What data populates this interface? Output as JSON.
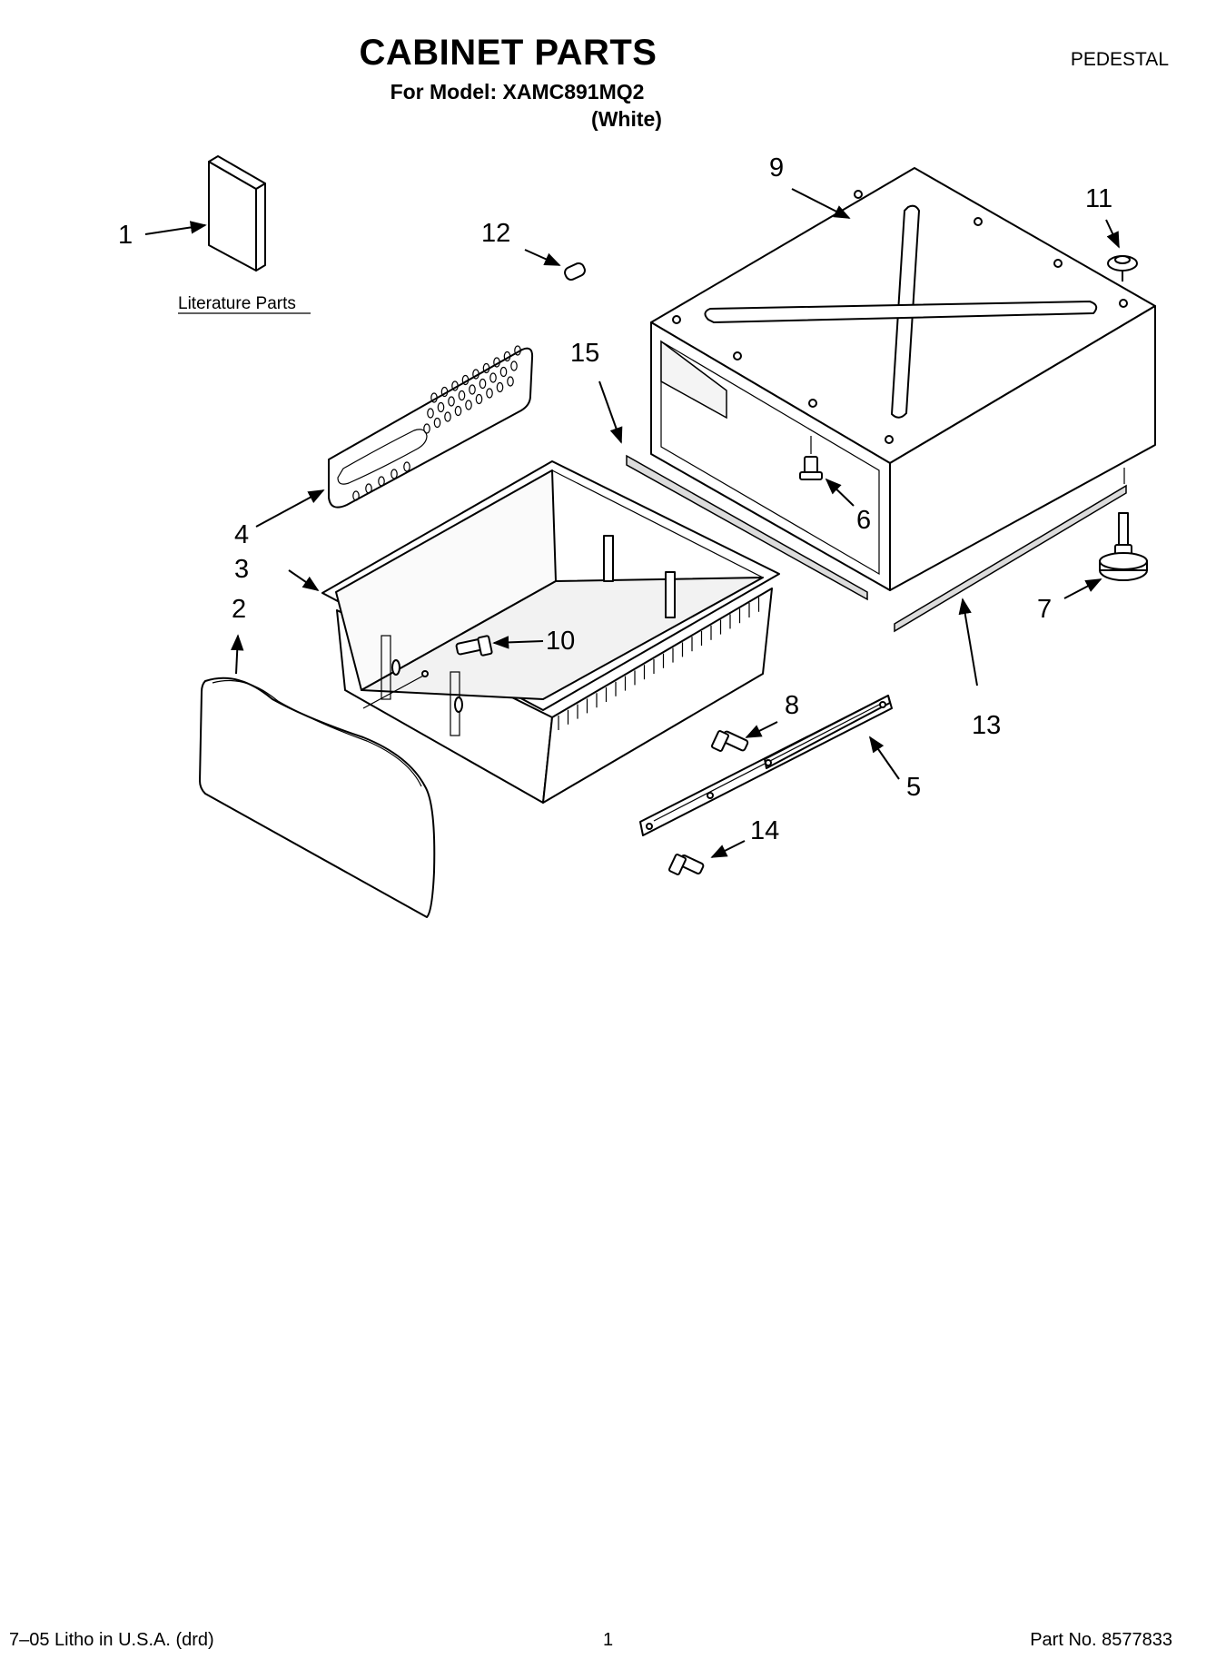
{
  "header": {
    "title": "CABINET PARTS",
    "model": "For Model: XAMC891MQ2",
    "color": "(White)",
    "section": "PEDESTAL"
  },
  "callouts": {
    "c1": "1",
    "c2": "2",
    "c3": "3",
    "c4": "4",
    "c5": "5",
    "c6": "6",
    "c7": "7",
    "c8": "8",
    "c9": "9",
    "c10": "10",
    "c11": "11",
    "c12": "12",
    "c13": "13",
    "c14": "14",
    "c15": "15"
  },
  "literature_label": "Literature Parts",
  "footer": {
    "litho": "7–05 Litho in U.S.A. (drd)",
    "page": "1",
    "part_no": "Part No. 8577833"
  }
}
